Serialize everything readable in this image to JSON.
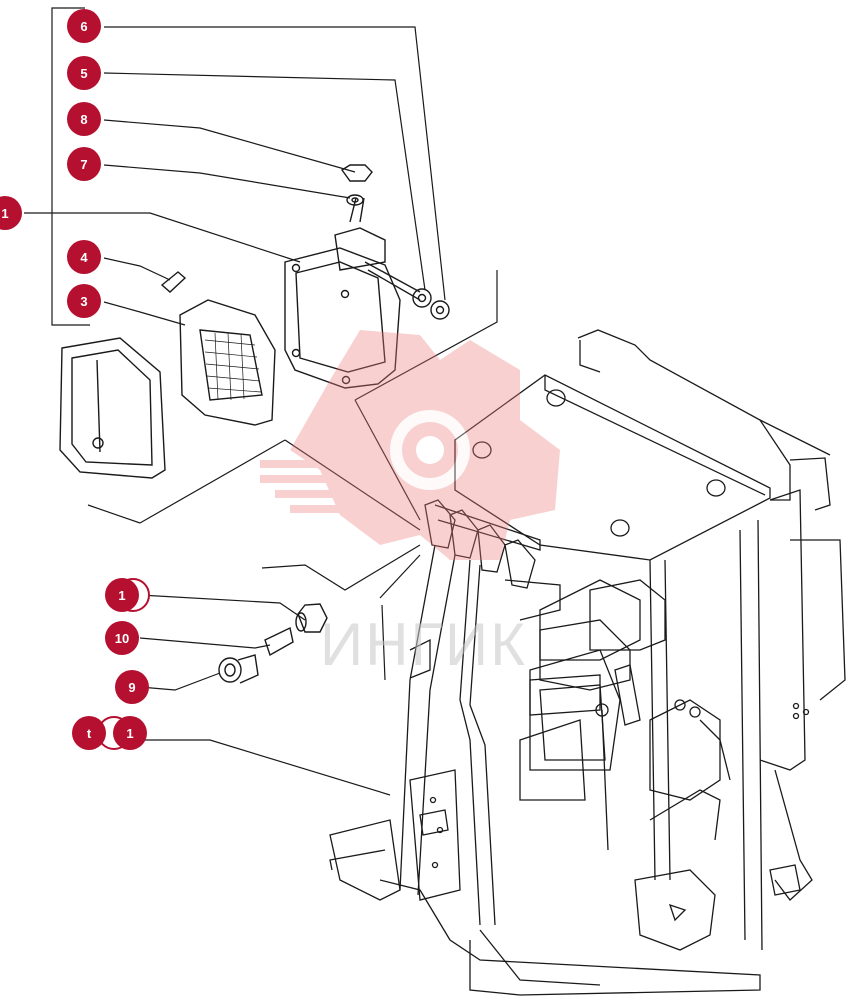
{
  "callouts": [
    {
      "label": "6"
    },
    {
      "label": "5"
    },
    {
      "label": "8"
    },
    {
      "label": "7"
    },
    {
      "label": "1"
    },
    {
      "label": "4"
    },
    {
      "label": "3"
    },
    {
      "label": "1"
    },
    {
      "label": "10"
    },
    {
      "label": "9"
    },
    {
      "label": "t"
    },
    {
      "label": "1"
    }
  ],
  "colors": {
    "badge": "#b51030",
    "line": "#1a1a1a",
    "watermark": "#f07a7a"
  },
  "watermark_text": "ИНГИК"
}
